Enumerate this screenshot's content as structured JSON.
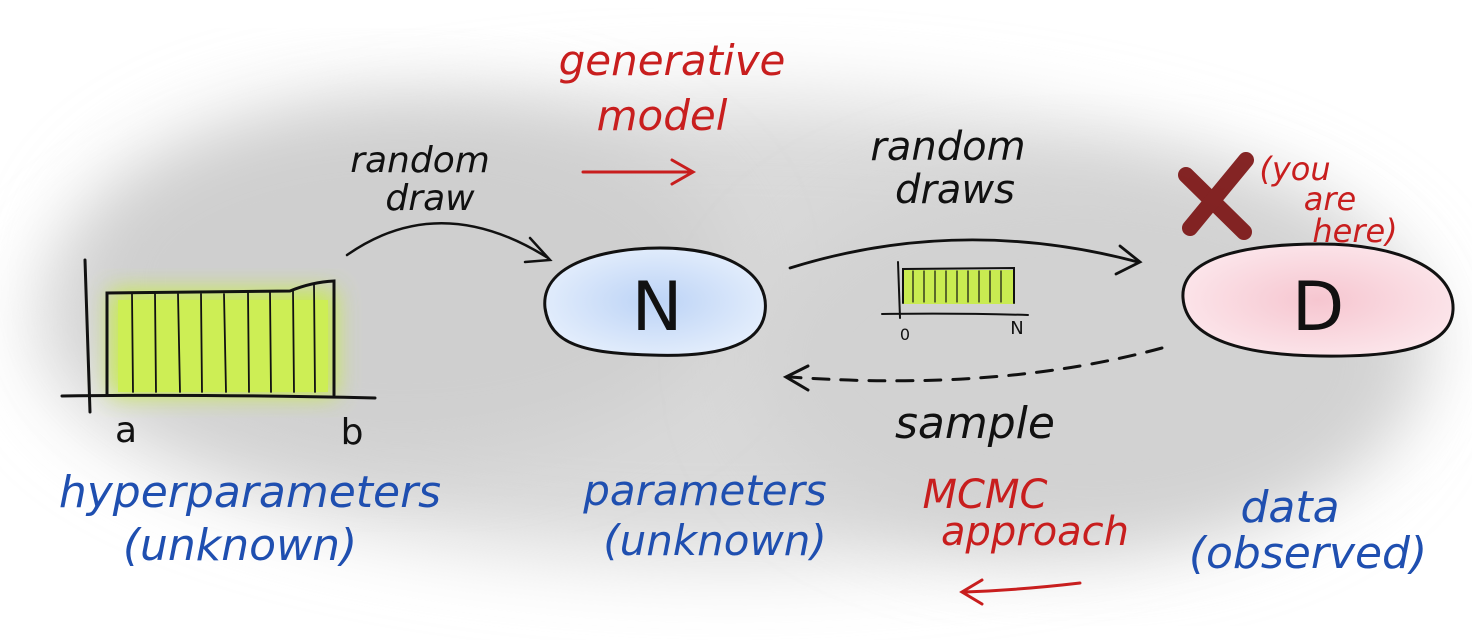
{
  "labels": {
    "generative_line1": "generative",
    "generative_line2": "model",
    "random_draw_line1": "random",
    "random_draw_line2": "draw",
    "random_draws_line1": "random",
    "random_draws_line2": "draws",
    "you_are_here_line1": "(you",
    "you_are_here_line2": "are",
    "you_are_here_line3": "here)",
    "node_n": "N",
    "node_d": "D",
    "axis_a": "a",
    "axis_b": "b",
    "mini_axis_0": "0",
    "mini_axis_n": "N",
    "hyper_line1": "hyperparameters",
    "hyper_line2": "(unknown)",
    "params_line1": "parameters",
    "params_line2": "(unknown)",
    "sample": "sample",
    "mcmc_line1": "MCMC",
    "mcmc_line2": "approach",
    "data_line1": "data",
    "data_line2": "(observed)"
  },
  "colors": {
    "ink": "#111111",
    "blue_text": "#1f4fb0",
    "red_text": "#c81e1e",
    "green_fill": "#c8ec4a",
    "n_node_fill": "#cfe0f8",
    "d_node_fill": "#f8d4dc",
    "x_mark": "#7a1010",
    "smudge": "#d6d6d6"
  }
}
